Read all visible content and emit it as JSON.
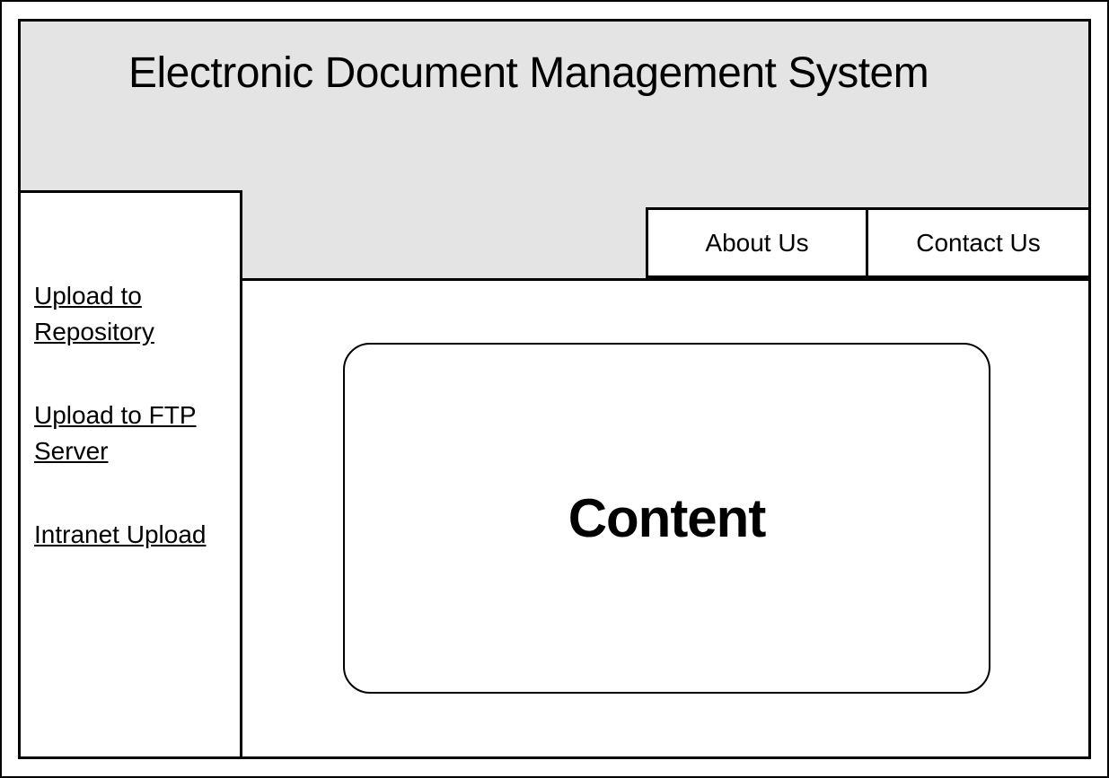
{
  "app": {
    "title": "Electronic Document Management System"
  },
  "nav": {
    "items": [
      {
        "label": "About Us"
      },
      {
        "label": "Contact Us"
      }
    ]
  },
  "sidebar": {
    "links": [
      {
        "label": "Upload to\nRepository"
      },
      {
        "label": "Upload to FTP\nServer"
      },
      {
        "label": "Intranet Upload"
      }
    ]
  },
  "main": {
    "content_label": "Content"
  },
  "colors": {
    "header_bg": "#e4e4e4",
    "border": "#000000",
    "background": "#ffffff",
    "text": "#000000"
  }
}
